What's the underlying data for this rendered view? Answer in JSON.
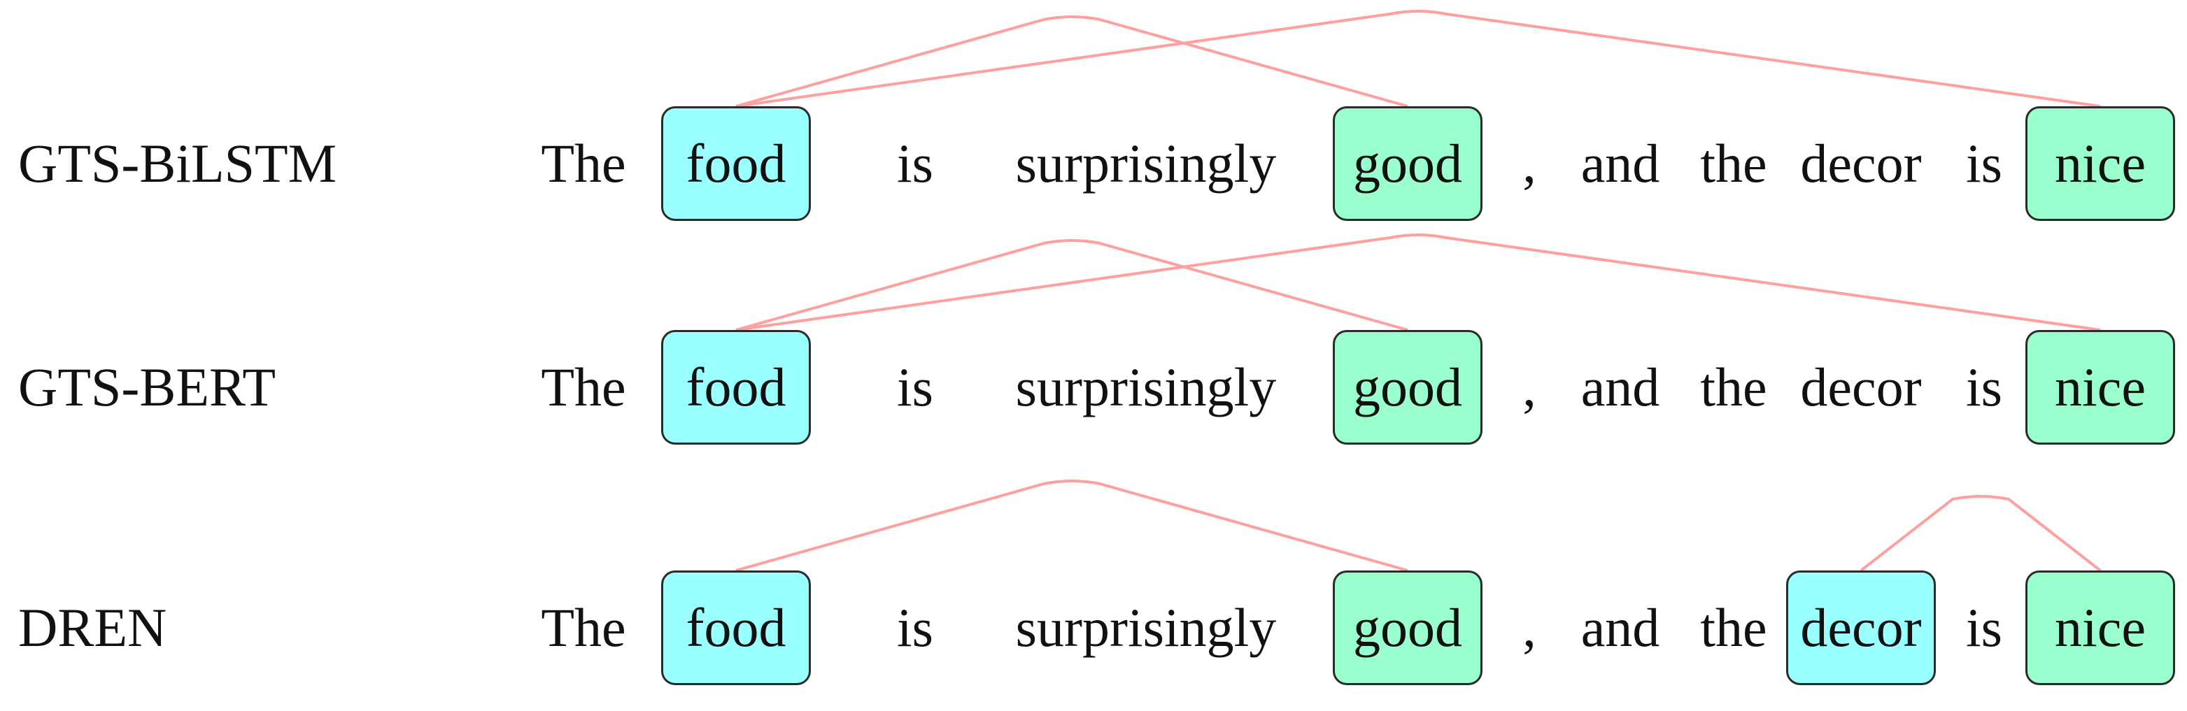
{
  "colors": {
    "aspect": "#99ffff",
    "opinion": "#99ffcc",
    "link": "#ff9f9f"
  },
  "tokens": [
    "The",
    "food",
    "is",
    "surprisingly",
    "good",
    ",",
    "and",
    "the",
    "decor",
    "is",
    "nice"
  ],
  "rows": [
    {
      "model": "GTS-BiLSTM",
      "aspects": [
        1
      ],
      "opinions": [
        4,
        10
      ],
      "pairs": [
        [
          1,
          4
        ],
        [
          1,
          10
        ]
      ]
    },
    {
      "model": "GTS-BERT",
      "aspects": [
        1
      ],
      "opinions": [
        4,
        10
      ],
      "pairs": [
        [
          1,
          4
        ],
        [
          1,
          10
        ]
      ]
    },
    {
      "model": "DREN",
      "aspects": [
        1,
        8
      ],
      "opinions": [
        4,
        10
      ],
      "pairs": [
        [
          1,
          4
        ],
        [
          8,
          10
        ]
      ]
    }
  ]
}
